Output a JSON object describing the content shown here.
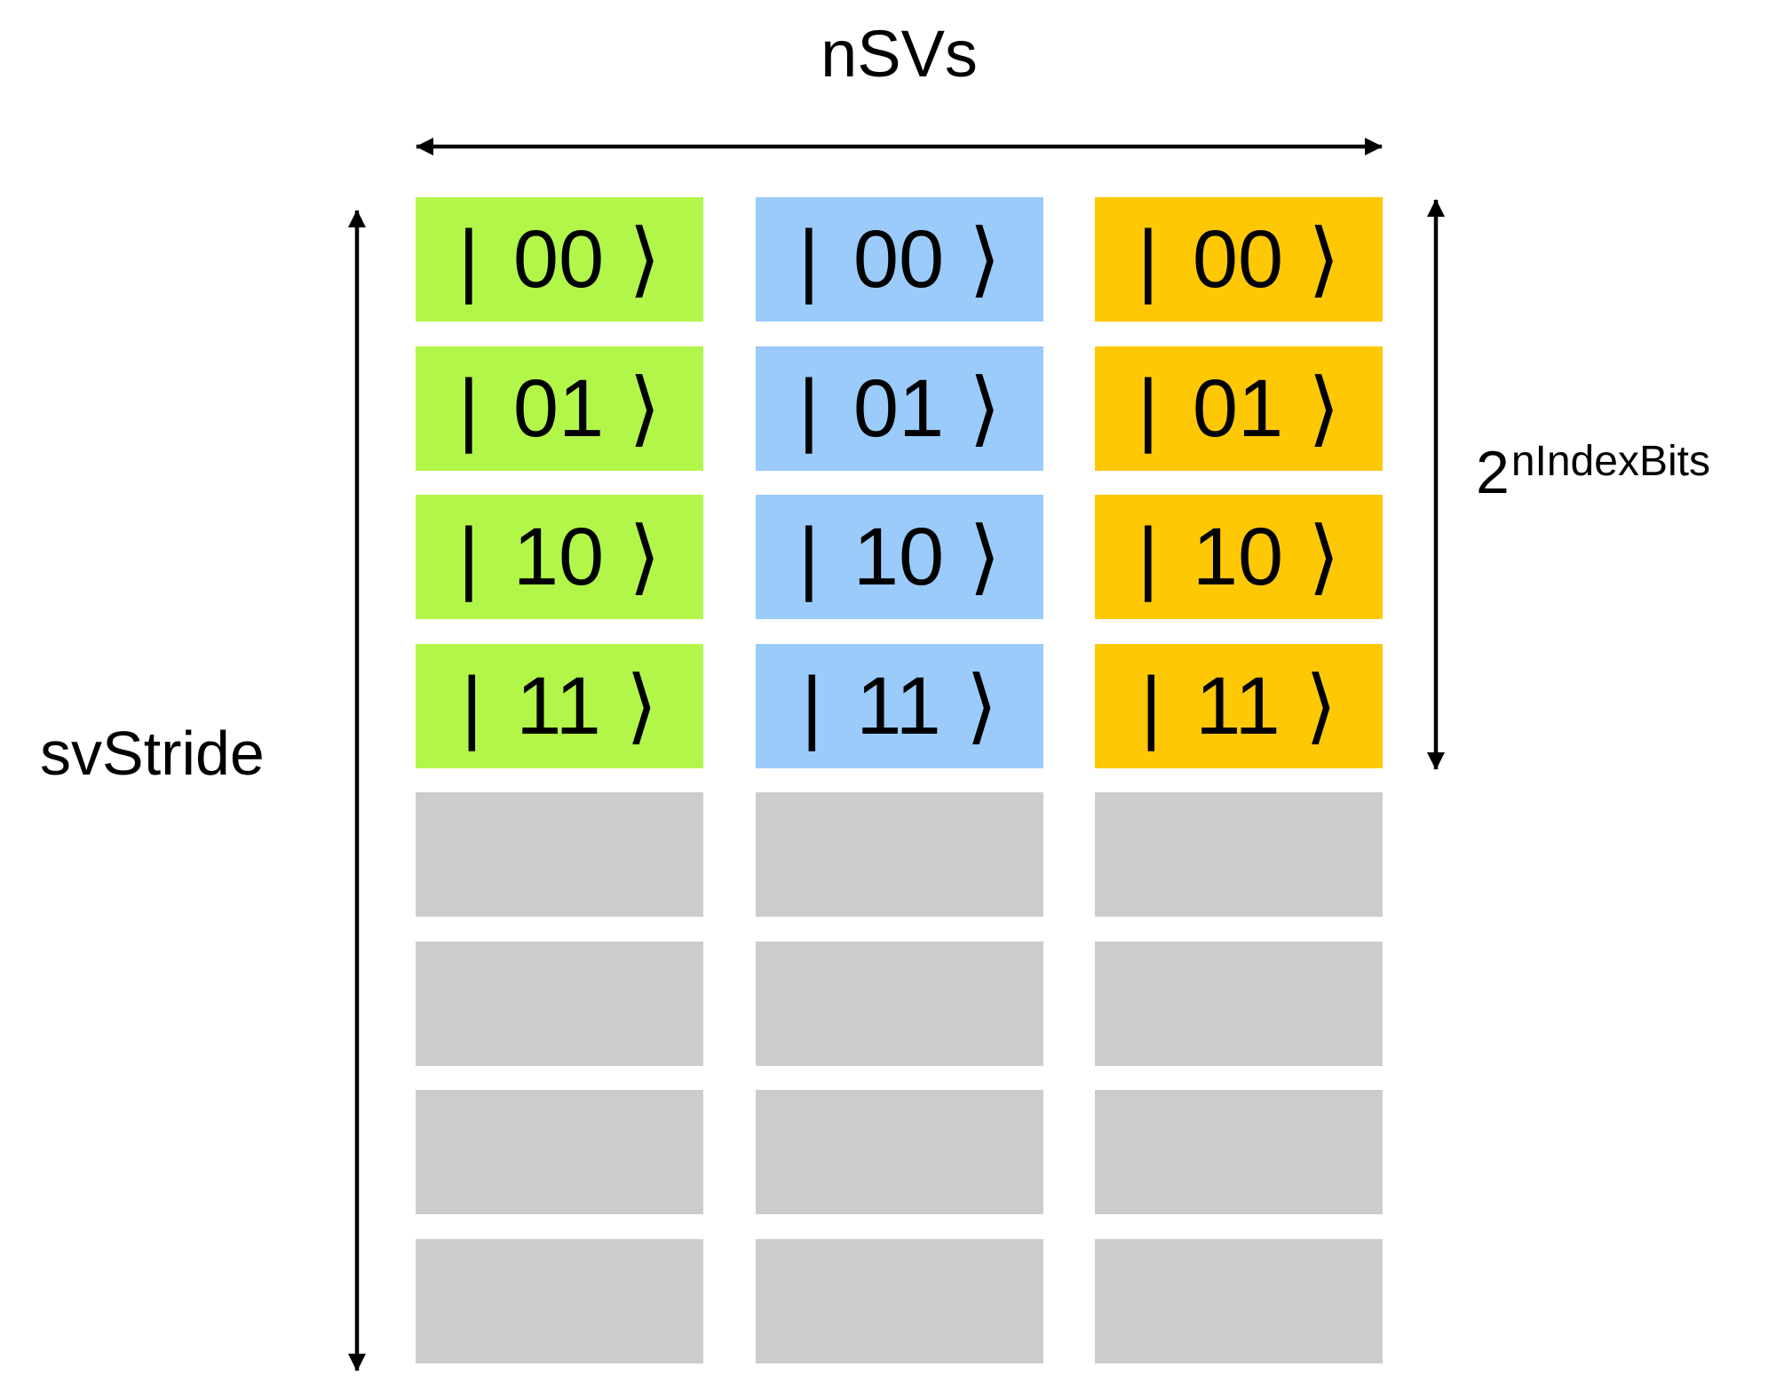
{
  "diagram": {
    "top_label": "nSVs",
    "left_label": "svStride",
    "right_label": {
      "base": "2",
      "superscript": "nIndexBits"
    },
    "ket": {
      "prefix": "|",
      "suffix": "⟩",
      "states": [
        "00",
        "01",
        "10",
        "11"
      ]
    },
    "columns": [
      {
        "id": "statevector-1",
        "color": "#B2F64A"
      },
      {
        "id": "statevector-2",
        "color": "#9ACBFA"
      },
      {
        "id": "statevector-3",
        "color": "#FFC805"
      }
    ],
    "empty_cell_color": "#CCCCCC",
    "empty_rows_per_column": 4,
    "arrow_color": "#000000"
  }
}
